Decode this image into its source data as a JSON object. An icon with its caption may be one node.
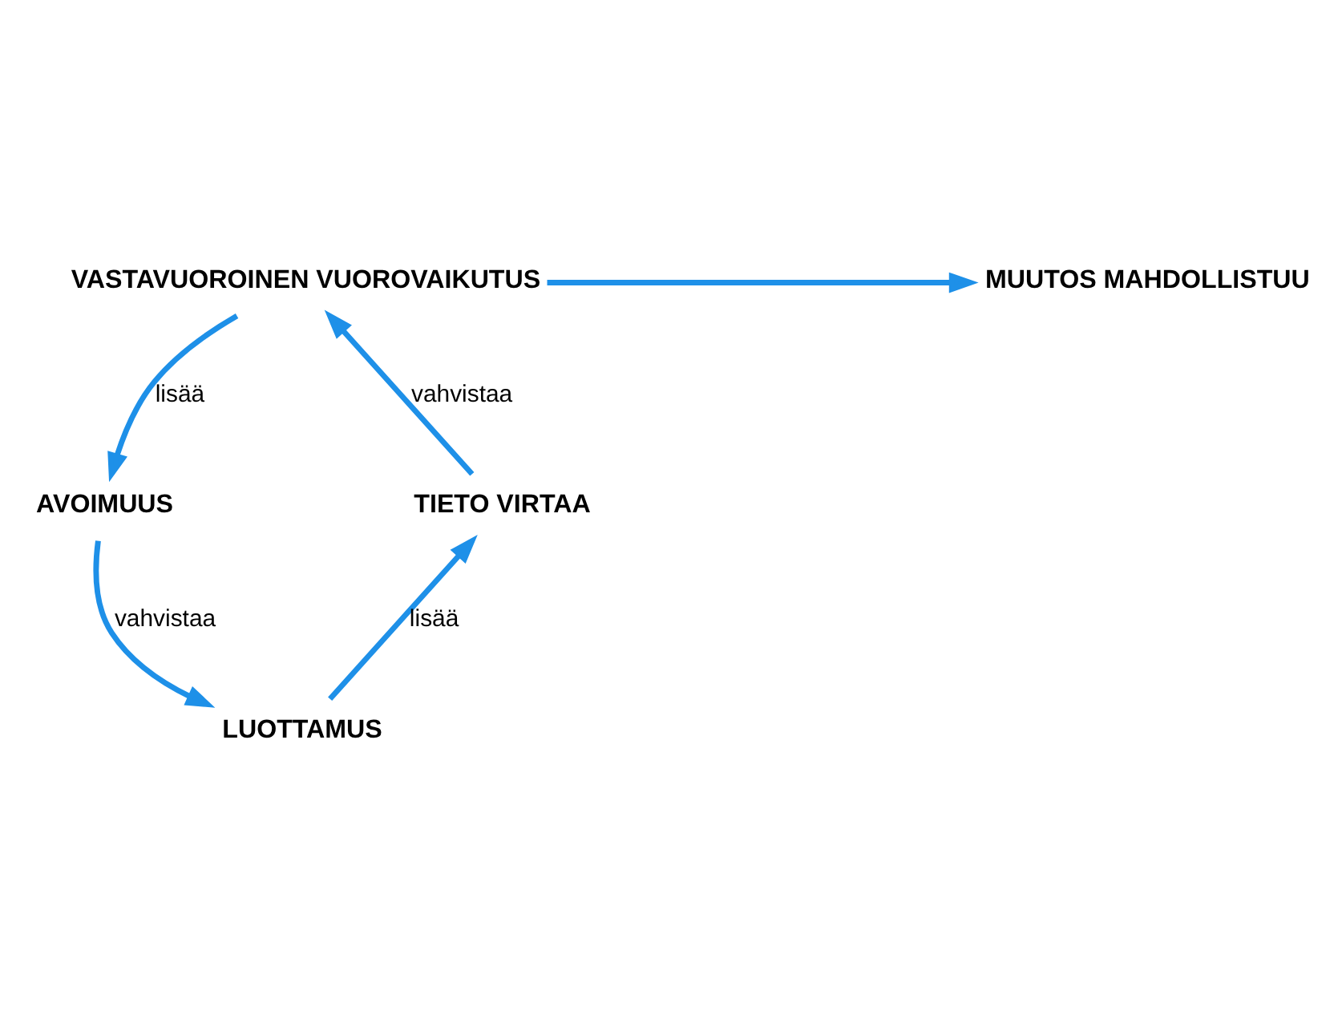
{
  "diagram": {
    "nodes": [
      {
        "text": [
          "MUUTOS MAHDOLLISTUU"
        ]
      },
      {
        "text": [
          "VASTAVUOROINEN VUOROVAIKUTUS"
        ]
      },
      {
        "text": [
          "TIETO VIRTAA"
        ]
      },
      {
        "text": [
          "AVOIMUUS"
        ]
      },
      {
        "text": [
          "LUOTTAMUS"
        ]
      }
    ],
    "edges": [
      {
        "from": 1,
        "to": 0,
        "arrow": "to"
      },
      {
        "from": 1,
        "to": 3,
        "arrow": "to",
        "label": "lisää"
      },
      {
        "from": 3,
        "to": 4,
        "arrow": "to",
        "label": "vahvistaa"
      },
      {
        "from": 4,
        "to": 2,
        "arrow": "to",
        "label": "lisää"
      },
      {
        "from": 2,
        "to": 1,
        "arrow": "to",
        "label": "vahvistaa"
      }
    ]
  }
}
